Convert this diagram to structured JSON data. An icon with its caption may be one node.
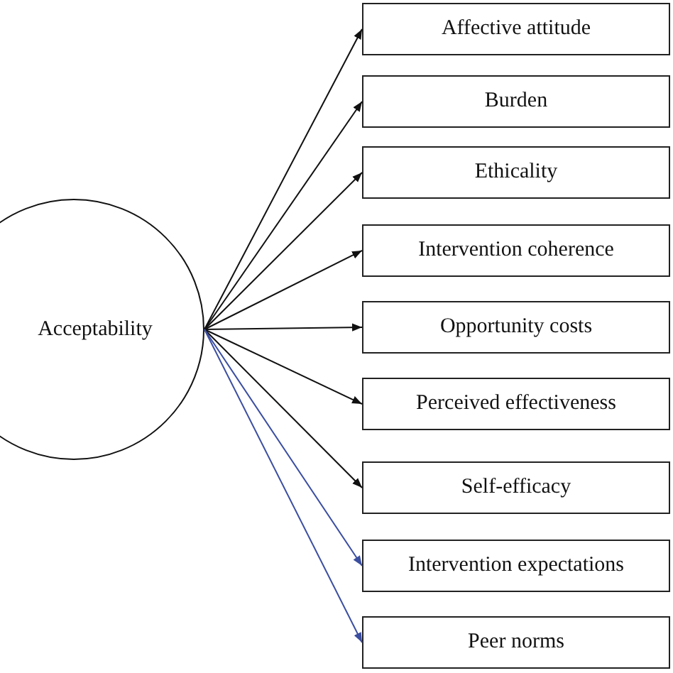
{
  "diagram": {
    "nodes": [
      {
        "text": [
          "Acceptability"
        ]
      },
      {
        "text": [
          "Affective attitude"
        ]
      },
      {
        "text": [
          "Burden"
        ]
      },
      {
        "text": [
          "Ethicality"
        ]
      },
      {
        "text": [
          "Intervention coherence"
        ]
      },
      {
        "text": [
          "Opportunity costs"
        ]
      },
      {
        "text": [
          "Perceived effectiveness"
        ]
      },
      {
        "text": [
          "Self-efficacy"
        ]
      },
      {
        "text": [
          "Intervention expectations"
        ]
      },
      {
        "text": [
          "Peer norms"
        ]
      }
    ],
    "edges": [
      {
        "from": 0,
        "to": 1,
        "arrow": "to"
      },
      {
        "from": 0,
        "to": 2,
        "arrow": "to"
      },
      {
        "from": 0,
        "to": 3,
        "arrow": "to"
      },
      {
        "from": 0,
        "to": 4,
        "arrow": "to"
      },
      {
        "from": 0,
        "to": 5,
        "arrow": "to"
      },
      {
        "from": 0,
        "to": 6,
        "arrow": "to"
      },
      {
        "from": 0,
        "to": 7,
        "arrow": "to"
      },
      {
        "from": 0,
        "to": 8,
        "arrow": "to",
        "color": "#3b4ea0"
      },
      {
        "from": 0,
        "to": 9,
        "arrow": "to",
        "color": "#3b4ea0"
      }
    ]
  }
}
